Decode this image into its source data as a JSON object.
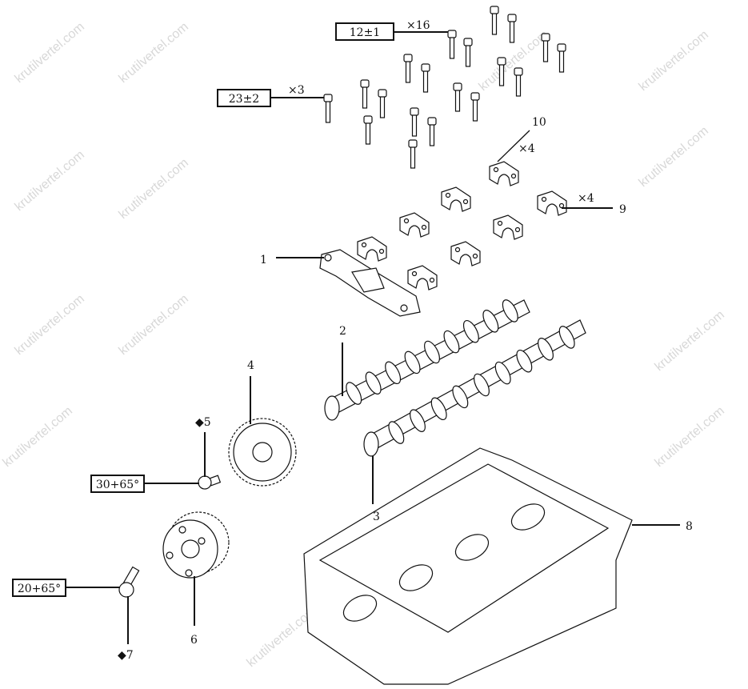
{
  "watermark": "krutilvertel.com",
  "callouts": {
    "bolts_torque": "12±1",
    "bolts_qty": "×16",
    "bolts2_torque": "23±2",
    "bolts2_qty": "×3",
    "part10": "10",
    "part10_qty": "×4",
    "part9": "9",
    "part9_qty": "×4",
    "part1": "1",
    "part2": "2",
    "part3": "3",
    "part4": "4",
    "part5": "◆5",
    "part5_torque": "30+65°",
    "part6": "6",
    "part7": "◆7",
    "part7_torque": "20+65°",
    "part8": "8"
  }
}
